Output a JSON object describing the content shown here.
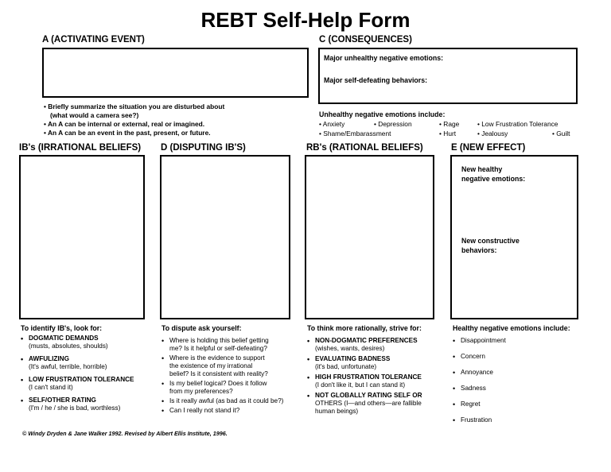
{
  "title": "REBT Self-Help Form",
  "sections": {
    "a_heading": "A (ACTIVATING EVENT)",
    "c_heading": "C (CONSEQUENCES)",
    "ib_heading": "IB's (IRRATIONAL BELIEFS)",
    "d_heading": "D (DISPUTING IB'S)",
    "rb_heading": "RB's (RATIONAL BELIEFS)",
    "e_heading": "E (NEW EFFECT)"
  },
  "a_instructions": [
    "Briefly summarize the situation you are disturbed about",
    "(what would a camera see?)",
    "An A can be internal or external, real or imagined.",
    "An A can be an event in the past, present, or future."
  ],
  "c_box": {
    "emotions_label": "Major unhealthy negative emotions:",
    "behaviors_label": "Major self-defeating behaviors:"
  },
  "unhealthy_emotions": {
    "heading": "Unhealthy negative emotions include:",
    "row1": [
      "Anxiety",
      "Depression",
      "Rage",
      "Low Frustration Tolerance"
    ],
    "row2": [
      "Shame/Embarassment",
      "Hurt",
      "Jealousy",
      "Guilt"
    ]
  },
  "e_box": {
    "emotions_label_1": "New healthy",
    "emotions_label_2": "negative emotions:",
    "behaviors_label_1": "New constructive",
    "behaviors_label_2": "behaviors:"
  },
  "ib_guide": {
    "heading": "To identify IB's, look for:",
    "items": [
      {
        "title": "DOGMATIC DEMANDS",
        "sub": "(musts, absolutes, shoulds)"
      },
      {
        "title": "AWFULIZING",
        "sub": "(It's awful, terrible, horrible)"
      },
      {
        "title": "LOW FRUSTRATION TOLERANCE",
        "sub": "(I can't stand it)"
      },
      {
        "title": "SELF/OTHER RATING",
        "sub": "(I'm / he / she is bad, worthless)"
      }
    ]
  },
  "d_guide": {
    "heading": "To dispute ask yourself:",
    "items": [
      [
        "Where is holding this belief getting",
        "me? Is it helpful or self-defeating?"
      ],
      [
        "Where is the evidence to support",
        "the existence of my irrational",
        "belief? Is it consistent with reality?"
      ],
      [
        "Is my belief logical? Does it follow",
        "from my preferences?"
      ],
      [
        "Is it really awful (as bad as it could be?)"
      ],
      [
        "Can I really not stand it?"
      ]
    ]
  },
  "rb_guide": {
    "heading": "To think more rationally, strive for:",
    "items": [
      {
        "title": "NON-DOGMATIC PREFERENCES",
        "sub": "(wishes, wants, desires)"
      },
      {
        "title": "EVALUATING BADNESS",
        "sub": "(it's bad, unfortunate)"
      },
      {
        "title": "HIGH FRUSTRATION TOLERANCE",
        "sub": "(I don't like it, but I can stand it)"
      },
      {
        "title": "NOT GLOBALLY RATING SELF OR",
        "sub": "OTHERS (I—and others—are fallible human beings)"
      }
    ]
  },
  "e_guide": {
    "heading": "Healthy negative emotions include:",
    "items": [
      "Disappointment",
      "Concern",
      "Annoyance",
      "Sadness",
      "Regret",
      "Frustration"
    ]
  },
  "footer": "© Windy Dryden & Jane Walker 1992. Revised by Albert Ellis Institute, 1996."
}
